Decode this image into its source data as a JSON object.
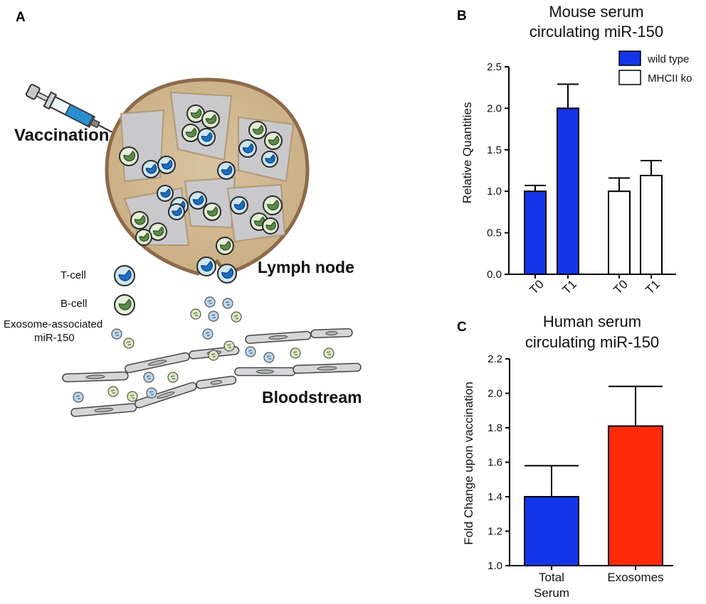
{
  "panels": {
    "a": "A",
    "b": "B",
    "c": "C"
  },
  "diagram": {
    "vaccination": "Vaccination",
    "lymph_node": "Lymph node",
    "bloodstream": "Bloodstream",
    "t_cell": "T-cell",
    "b_cell": "B-cell",
    "exosome_line1": "Exosome-associated",
    "exosome_line2": "miR-150"
  },
  "chart_data": [
    {
      "type": "bar",
      "title_lines": [
        "Mouse serum",
        "circulating miR-150"
      ],
      "ylabel": "Relative Quantities",
      "ylim": [
        0,
        2.5
      ],
      "yticks": [
        "0.0",
        "0.5",
        "1.0",
        "1.5",
        "2.0",
        "2.5"
      ],
      "categories": [
        "T0",
        "T1",
        "T0",
        "T1"
      ],
      "values": [
        1.0,
        2.0,
        1.0,
        1.19
      ],
      "errors": [
        0.07,
        0.29,
        0.16,
        0.18
      ],
      "groups": [
        "wild type",
        "wild type",
        "MHCII ko",
        "MHCII ko"
      ],
      "legend": [
        {
          "name": "wild type",
          "color": "#1436e8"
        },
        {
          "name": "MHCII ko",
          "color": "#ffffff"
        }
      ],
      "colors": {
        "wild type": "#1436e8",
        "MHCII ko": "#ffffff"
      },
      "grid": false,
      "legend_position": "top-right"
    },
    {
      "type": "bar",
      "title_lines": [
        "Human serum",
        "circulating miR-150"
      ],
      "ylabel": "Fold Change upon vaccination",
      "ylim": [
        1.0,
        2.2
      ],
      "yticks": [
        "1.0",
        "1.2",
        "1.4",
        "1.6",
        "1.8",
        "2.0",
        "2.2"
      ],
      "categories": [
        [
          "Total",
          "Serum"
        ],
        [
          "Exosomes"
        ]
      ],
      "values": [
        1.4,
        1.81
      ],
      "errors": [
        0.18,
        0.23
      ],
      "colors": [
        "#1436e8",
        "#ff2a0a"
      ],
      "grid": false
    }
  ]
}
